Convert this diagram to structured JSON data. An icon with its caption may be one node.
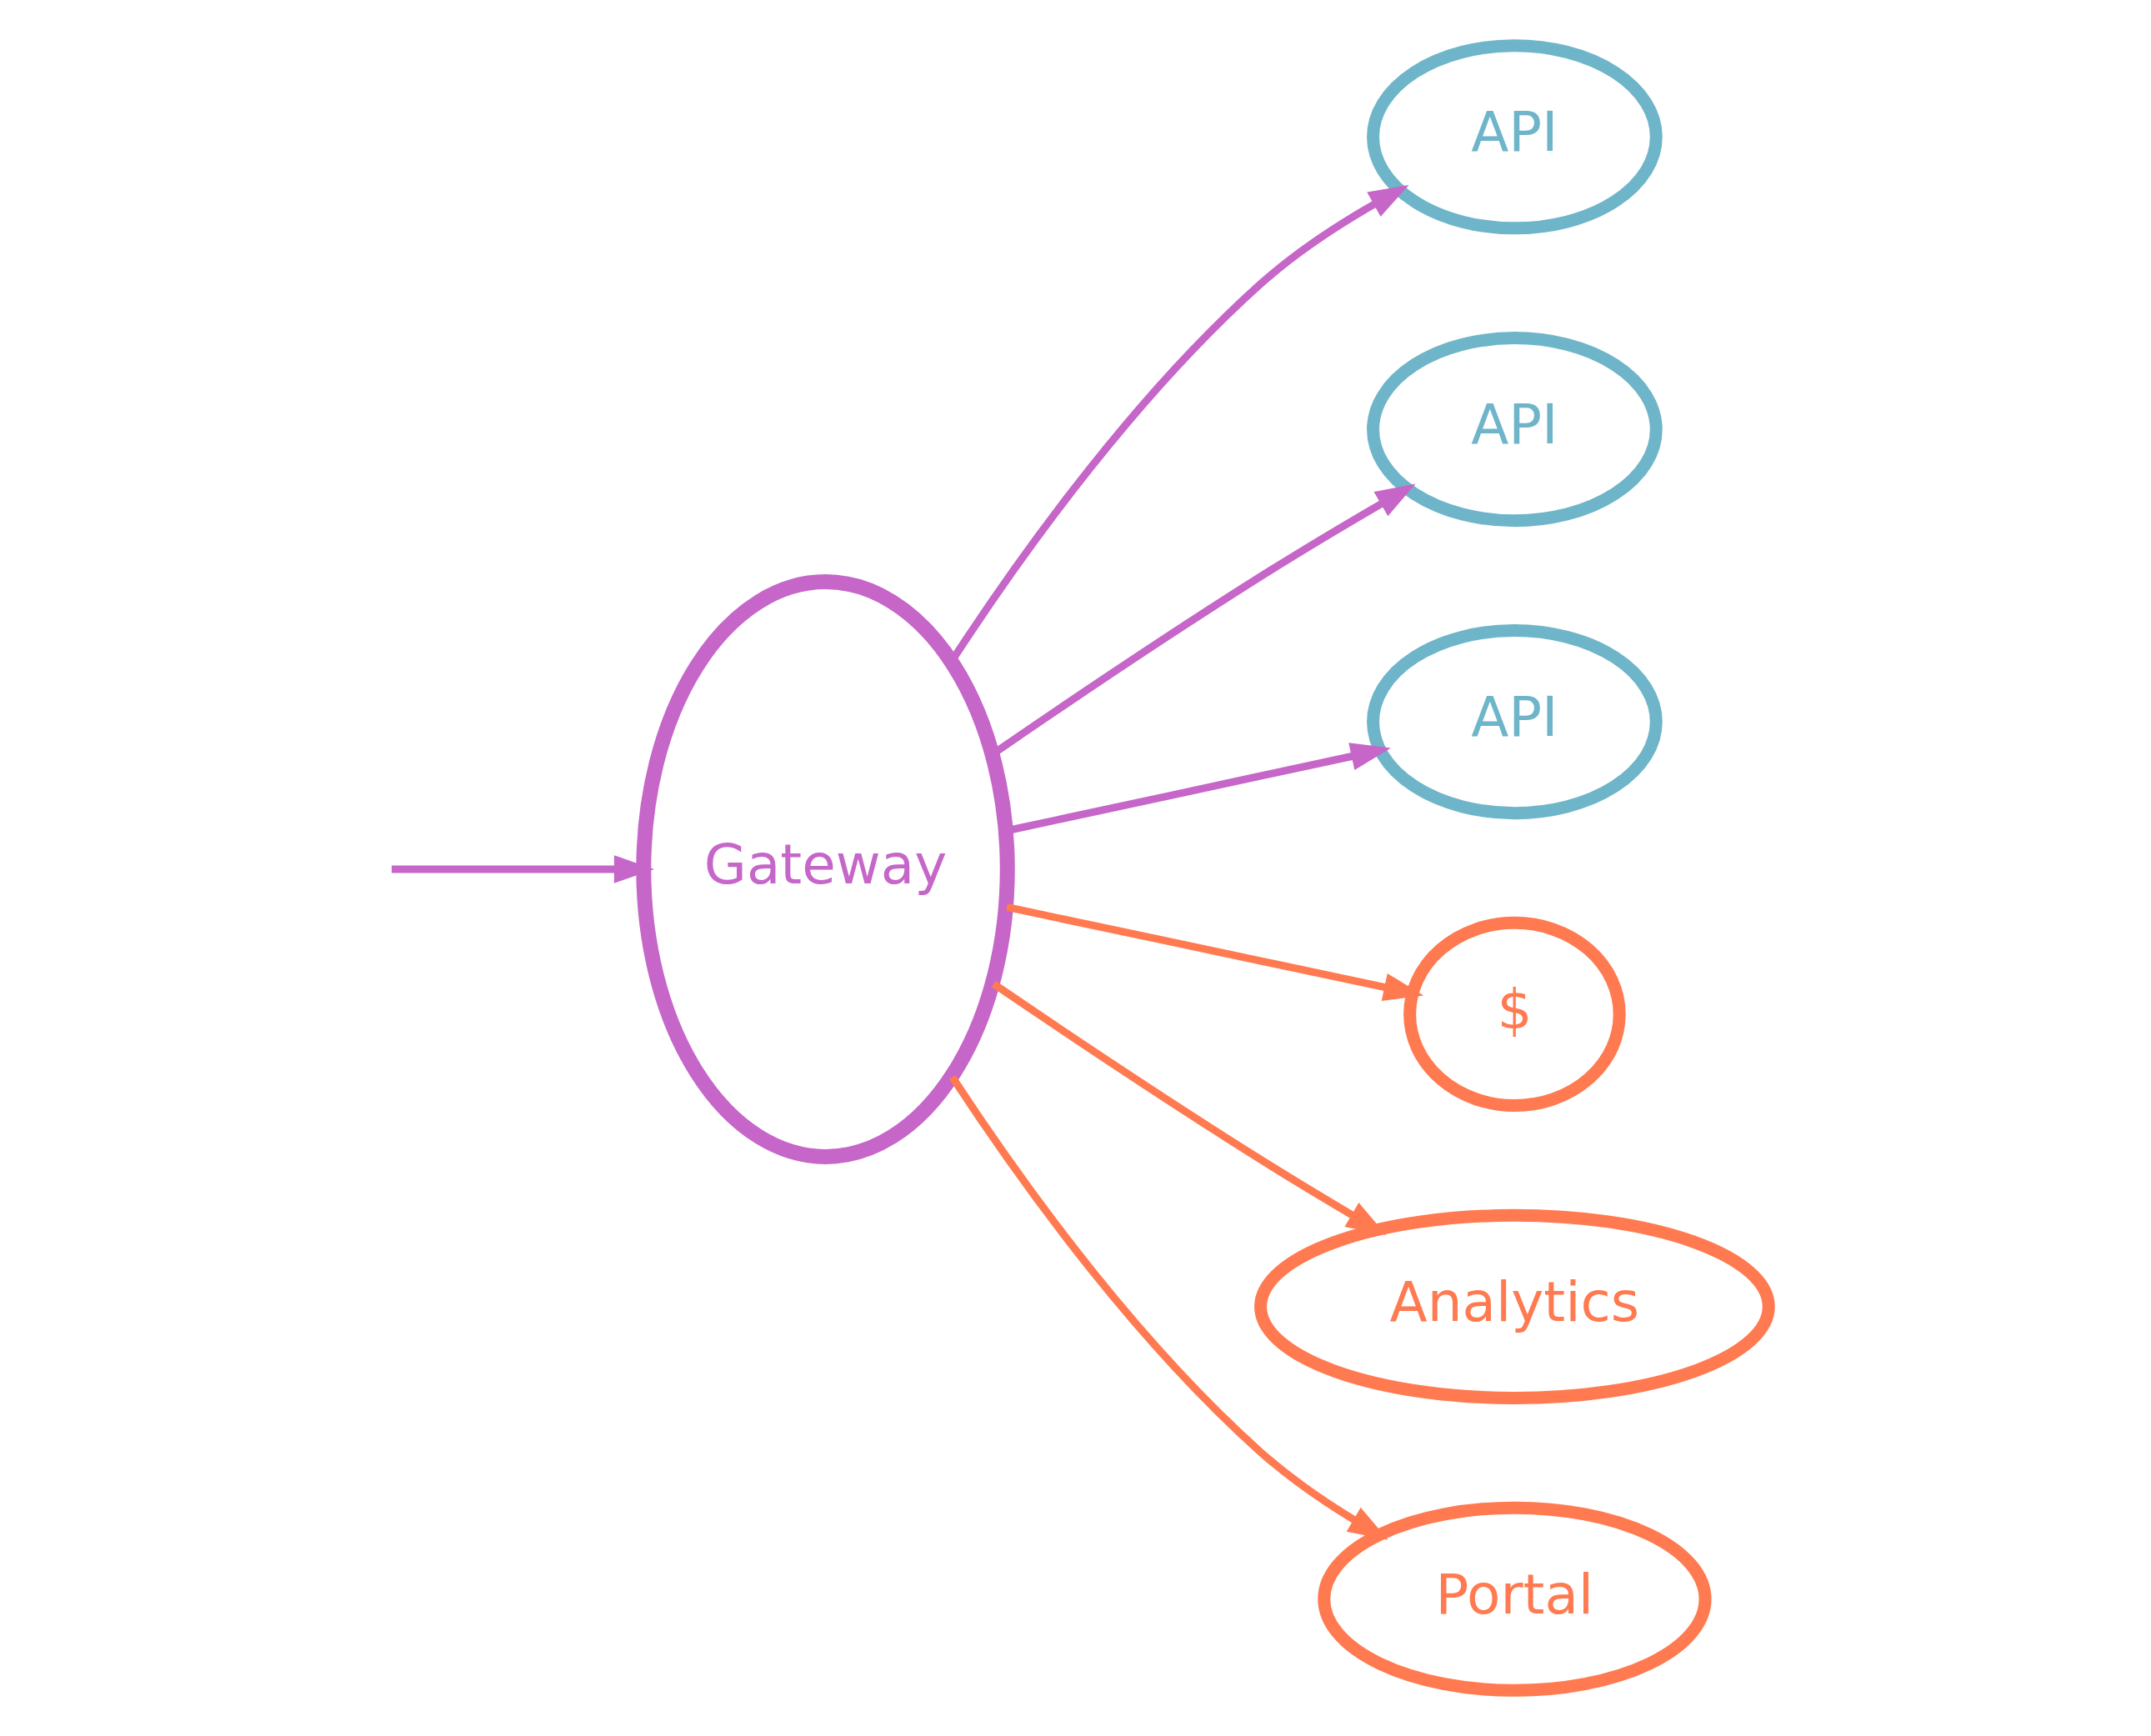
{
  "diagram": {
    "nodes": [
      {
        "text": [
          "Gateway"
        ]
      },
      {
        "text": [
          "API"
        ]
      },
      {
        "text": [
          "API"
        ]
      },
      {
        "text": [
          "API"
        ]
      },
      {
        "text": [
          "$"
        ]
      },
      {
        "text": [
          "Analytics"
        ]
      },
      {
        "text": [
          "Portal"
        ]
      }
    ],
    "edges": [
      {
        "from": null,
        "to": 0,
        "arrow": "to"
      },
      {
        "from": 0,
        "to": 1,
        "arrow": "to"
      },
      {
        "from": 0,
        "to": 2,
        "arrow": "to"
      },
      {
        "from": 0,
        "to": 3,
        "arrow": "to"
      },
      {
        "from": 0,
        "to": 4,
        "arrow": "to",
        "color": "#ff7a50"
      },
      {
        "from": 0,
        "to": 6,
        "arrow": "to",
        "color": "#ff7a50"
      },
      {
        "from": 0,
        "to": 5,
        "arrow": "to",
        "color": "#ff7a50"
      }
    ]
  }
}
